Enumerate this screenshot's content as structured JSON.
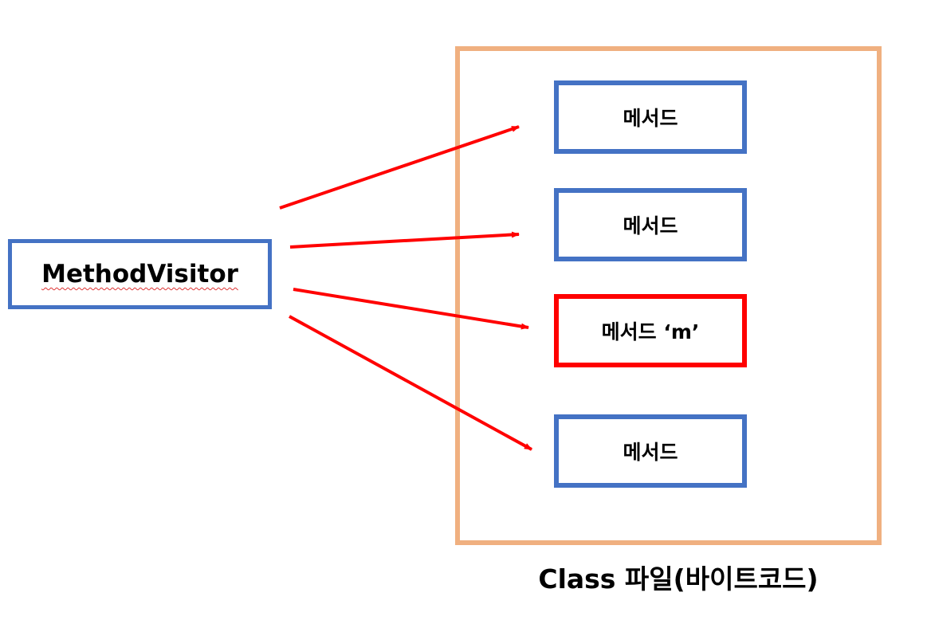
{
  "diagram": {
    "visitor_label": "MethodVisitor",
    "class_caption": "Class 파일(바이트코드)",
    "methods": [
      {
        "label": "메서드",
        "highlighted": false
      },
      {
        "label": "메서드",
        "highlighted": false
      },
      {
        "label": "메서드 ‘m’",
        "highlighted": true
      },
      {
        "label": "메서드",
        "highlighted": false
      }
    ]
  },
  "colors": {
    "box_border": "#4472C4",
    "highlight_border": "#FF0000",
    "class_frame_border": "#F0B080",
    "arrow": "#FF0000"
  }
}
